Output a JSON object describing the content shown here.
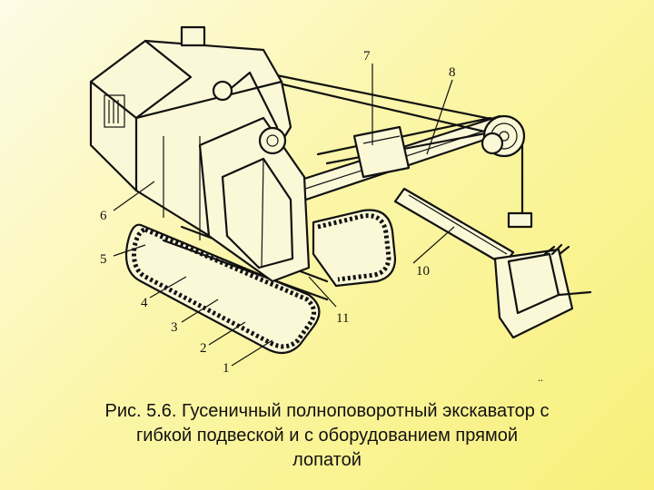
{
  "figure": {
    "labels": [
      {
        "id": "1",
        "text": "1"
      },
      {
        "id": "2",
        "text": "2"
      },
      {
        "id": "3",
        "text": "3"
      },
      {
        "id": "4",
        "text": "4"
      },
      {
        "id": "5",
        "text": "5"
      },
      {
        "id": "6",
        "text": "6"
      },
      {
        "id": "7",
        "text": "7"
      },
      {
        "id": "8",
        "text": "8"
      },
      {
        "id": "10",
        "text": "10"
      },
      {
        "id": "11",
        "text": "11"
      }
    ],
    "mark": ".."
  },
  "caption": {
    "line1": "Рис. 5.6. Гусеничный полноповоротный экскаватор с",
    "line2": "гибкой подвеской и с оборудованием прямой",
    "line3": "лопатой"
  }
}
